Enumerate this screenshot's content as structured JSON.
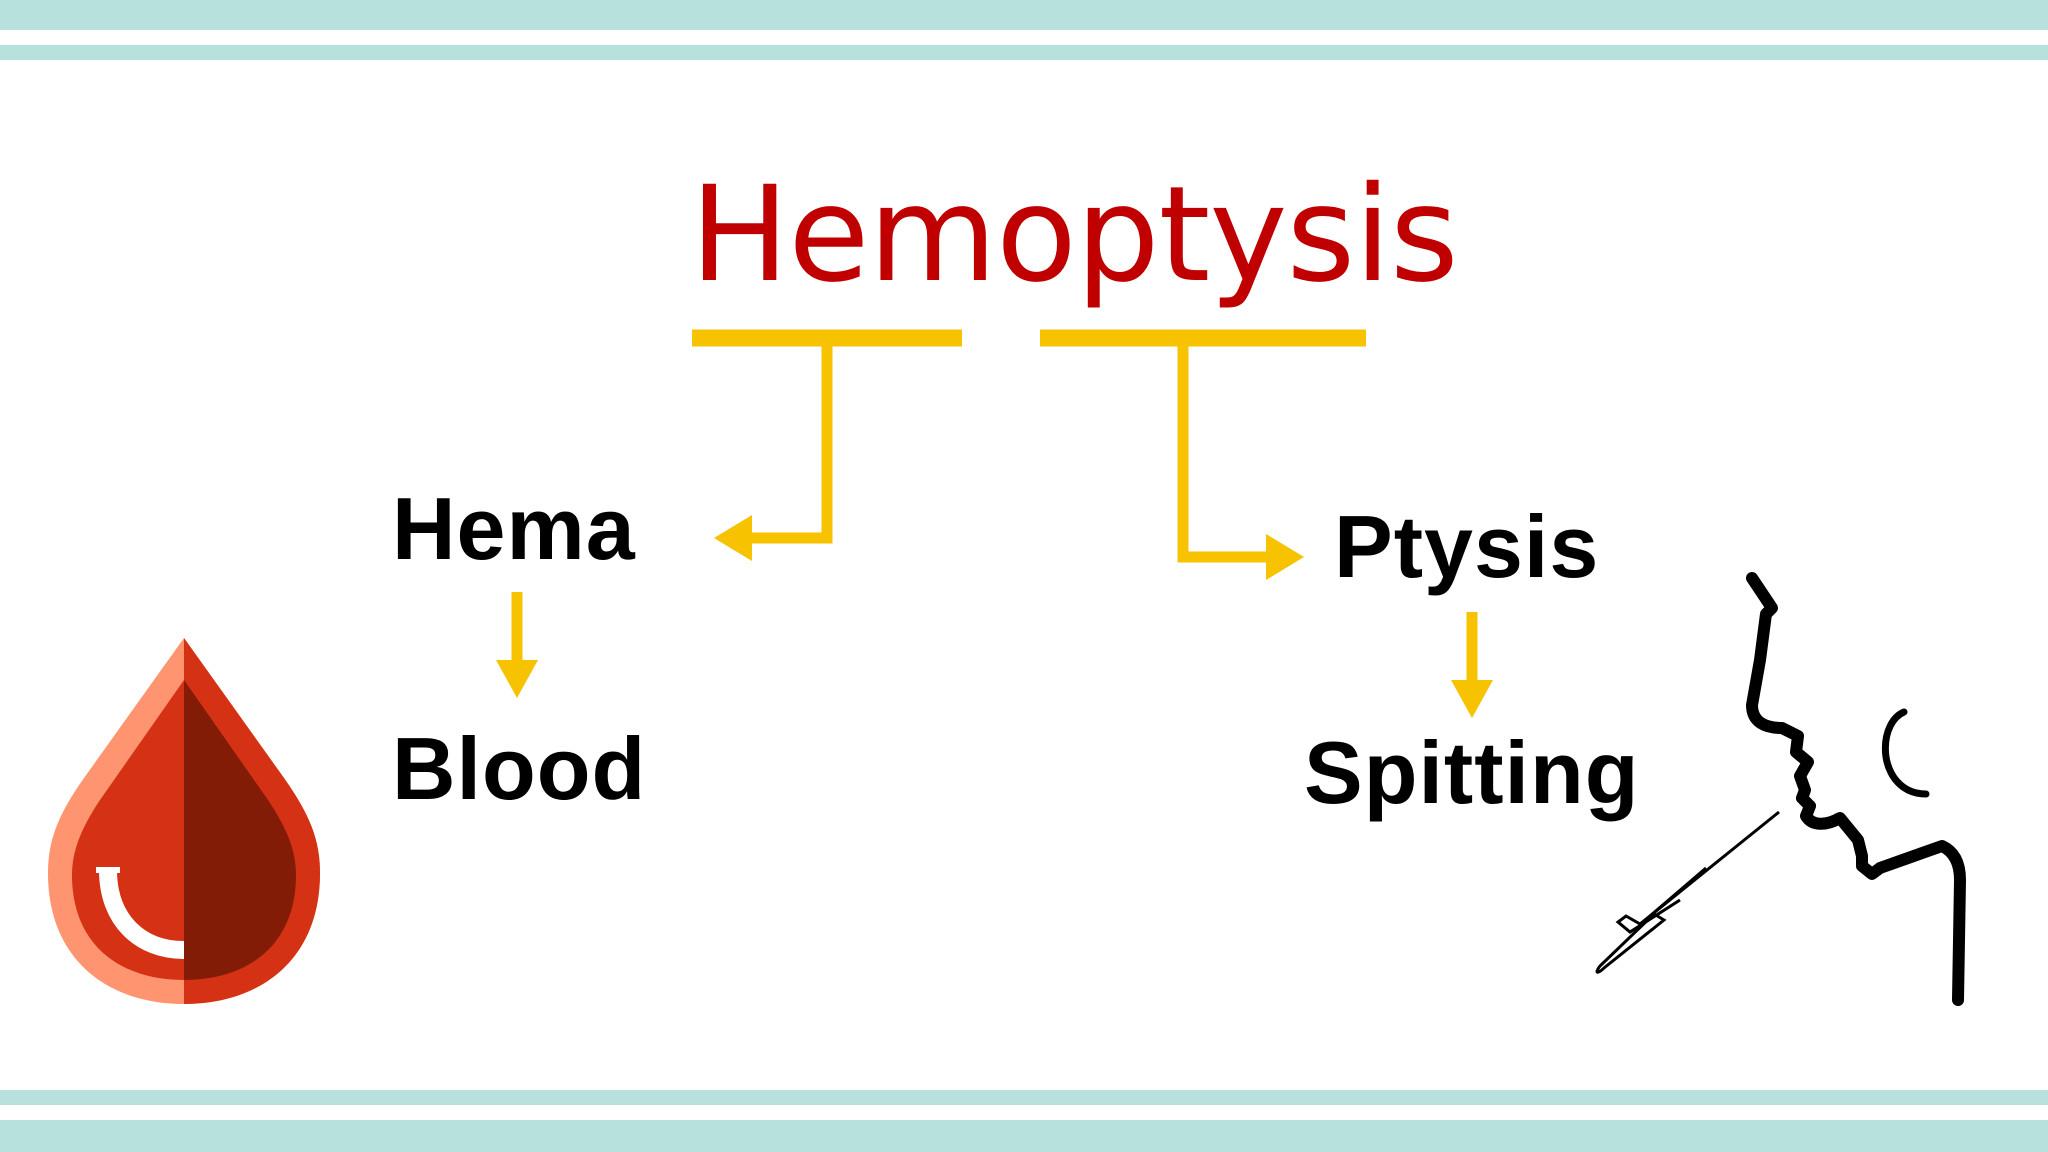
{
  "slide": {
    "title": "Hemoptysis",
    "parts": [
      {
        "term": "Hema",
        "meaning": "Blood"
      },
      {
        "term": "Ptysis",
        "meaning": "Spitting"
      }
    ]
  },
  "icons": {
    "left": "blood-drop-icon",
    "right": "face-profile-spitting-icon"
  },
  "colors": {
    "title": "#c00000",
    "connector": "#f7c200",
    "stripe": "#b7e1dc",
    "drop_light": "#ff9470",
    "drop_mid": "#d53114",
    "drop_dark": "#831c06",
    "text": "#000000"
  }
}
